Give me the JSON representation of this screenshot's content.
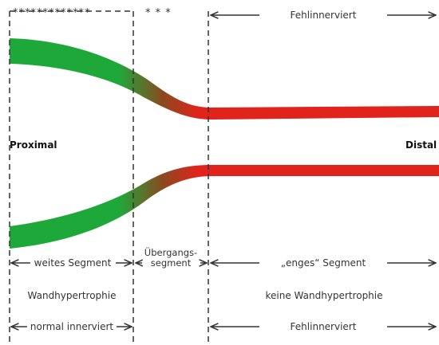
{
  "top": {
    "stars_left": "*************",
    "stars_transition": "* * *",
    "top_right_label": "Fehlinnerviert"
  },
  "side_labels": {
    "proximal": "Proximal",
    "distal": "Distal"
  },
  "segments": {
    "wide": "weites Segment",
    "transition_line1": "Übergangs-",
    "transition_line2": "segment",
    "narrow": "„enges“ Segment"
  },
  "hypertrophy": {
    "left": "Wandhypertrophie",
    "right": "keine Wandhypertrophie"
  },
  "innervation": {
    "left": "normal innerviert",
    "right": "Fehlinnerviert"
  },
  "colors": {
    "normal": "#1fa83a",
    "affected": "#e0241c",
    "transition": "#8a4a20",
    "lines": "#333333"
  }
}
